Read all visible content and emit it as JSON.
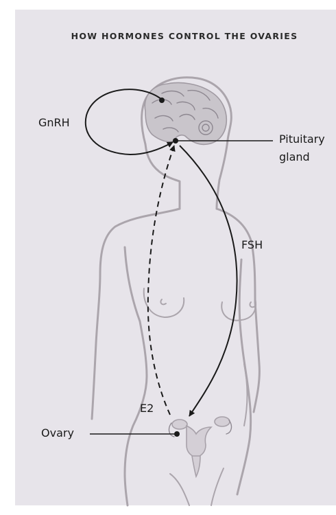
{
  "title": "HOW HORMONES CONTROL THE OVARIES",
  "labels": {
    "gnrh": "GnRH",
    "pituitary_line1": "Pituitary",
    "pituitary_line2": "gland",
    "fsh": "FSH",
    "e2": "E2",
    "ovary": "Ovary"
  },
  "colors": {
    "panel_background": "#e7e4ea",
    "body_outline": "#aba5ac",
    "arrows": "#1a1a1a"
  },
  "icons": [
    "brain-icon",
    "uterus-icon",
    "female-body-outline"
  ]
}
